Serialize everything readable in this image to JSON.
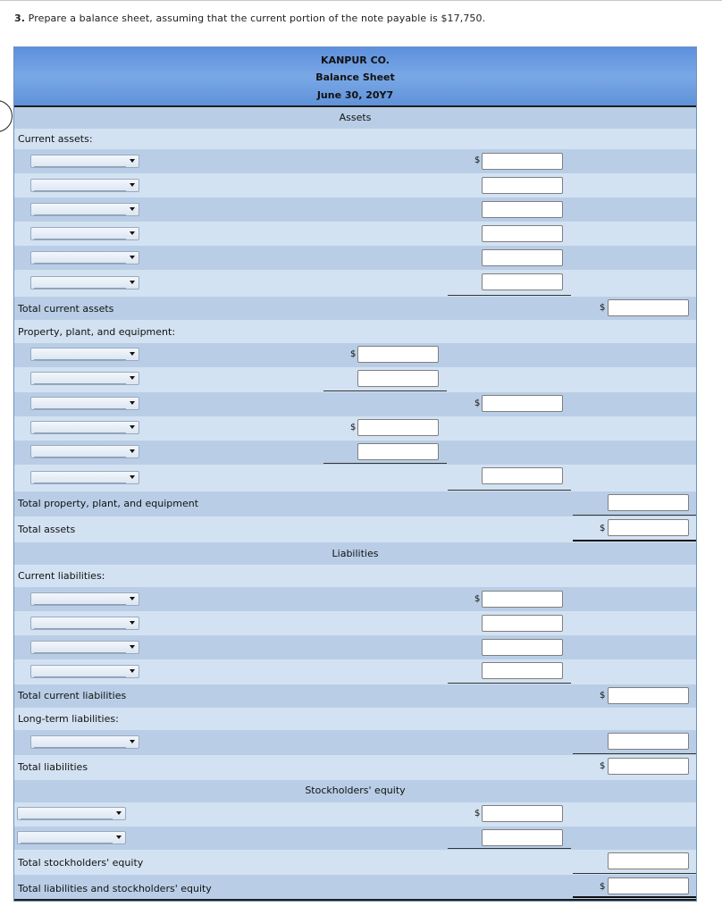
{
  "question": {
    "number": "3.",
    "text": "Prepare a balance sheet, assuming that the current portion of the note payable is $17,750."
  },
  "header": {
    "company": "KANPUR CO.",
    "statement": "Balance Sheet",
    "date": "June 30, 20Y7"
  },
  "sections": {
    "assets": "Assets",
    "liabilities": "Liabilities",
    "equity": "Stockholders' equity"
  },
  "labels": {
    "current_assets": "Current assets:",
    "total_current_assets": "Total current assets",
    "ppe": "Property, plant, and equipment:",
    "total_ppe": "Total property, plant, and equipment",
    "total_assets": "Total assets",
    "current_liabilities": "Current liabilities:",
    "total_current_liabilities": "Total current liabilities",
    "long_term_liabilities": "Long-term liabilities:",
    "total_liabilities": "Total liabilities",
    "total_equity": "Total stockholders' equity",
    "total_liabilities_equity": "Total liabilities and stockholders' equity"
  },
  "currency_symbol": "$",
  "colors": {
    "header_blue": "#6a9ce0",
    "row_dark": "#b9cee6",
    "row_light": "#d3e2f2"
  }
}
